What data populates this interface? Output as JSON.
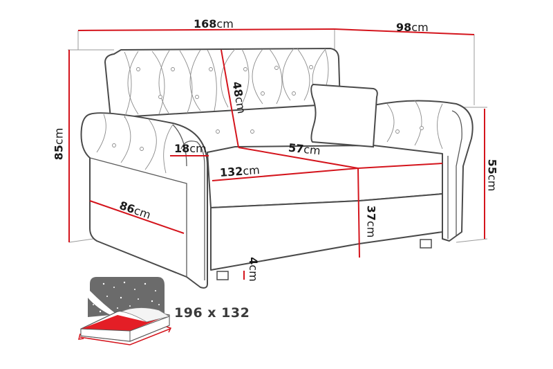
{
  "diagram": {
    "subject": "sofa bed dimension drawing",
    "colors": {
      "dimension_line": "#d4141c",
      "outline": "#4a4a4a",
      "tufting": "#8a8a8a",
      "bed_red": "#e41e26",
      "bed_night": "#6b6b6b"
    },
    "dimensions": {
      "total_width": {
        "value": "168",
        "unit": "cm"
      },
      "total_depth": {
        "value": "98",
        "unit": "cm"
      },
      "total_height": {
        "value": "85",
        "unit": "cm"
      },
      "armrest_height": {
        "value": "55",
        "unit": "cm"
      },
      "backrest_height": {
        "value": "48",
        "unit": "cm"
      },
      "armrest_width": {
        "value": "18",
        "unit": "cm"
      },
      "seat_depth": {
        "value": "57",
        "unit": "cm"
      },
      "seat_width": {
        "value": "132",
        "unit": "cm"
      },
      "side_depth": {
        "value": "86",
        "unit": "cm"
      },
      "seat_height": {
        "value": "37",
        "unit": "cm"
      },
      "leg_height": {
        "value": "4",
        "unit": "cm"
      }
    },
    "sleeping_area": {
      "icon": "bed-night-icon",
      "label": "196 x 132"
    }
  }
}
